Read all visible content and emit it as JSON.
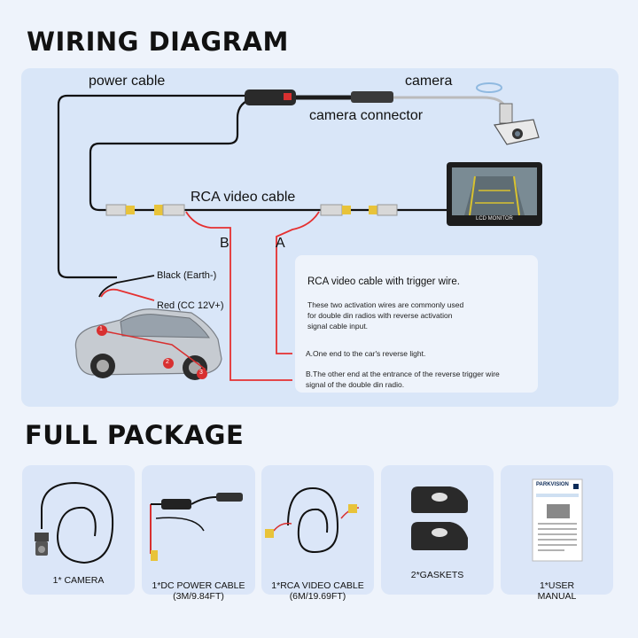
{
  "headings": {
    "wiring": "WIRING DIAGRAM",
    "package": "FULL PACKAGE"
  },
  "diagram": {
    "power_cable": "power cable",
    "camera": "camera",
    "camera_connector": "camera connector",
    "rca_video_cable": "RCA video cable",
    "monitor_label": "LCD MONITOR",
    "wire_b": "B",
    "wire_a": "A",
    "black_wire": "Black (Earth-)",
    "red_wire": "Red (CC 12V+)",
    "car_markers": [
      "1",
      "2",
      "3"
    ],
    "info": {
      "title": "RCA video cable with trigger wire.",
      "description": "These two activation wires are commonly used for double din radios with reverse activation signal cable input.",
      "note_a": "A.One end to the car's reverse light.",
      "note_b": "B.The other end at the entrance of the reverse trigger wire signal of the double din radio."
    },
    "colors": {
      "wire_black": "#111111",
      "wire_red": "#e53030",
      "rca_yellow": "#e8c33a",
      "panel": "#d9e6f8"
    }
  },
  "package": {
    "items": [
      {
        "caption": "1* CAMERA"
      },
      {
        "caption": "1*DC POWER CABLE\n(3M/9.84FT)"
      },
      {
        "caption": "1*RCA VIDEO CABLE\n(6M/19.69FT)"
      },
      {
        "caption": "2*GASKETS"
      },
      {
        "caption": "1*USER\nMANUAL"
      }
    ],
    "manual_brand": "PARKVISION"
  }
}
